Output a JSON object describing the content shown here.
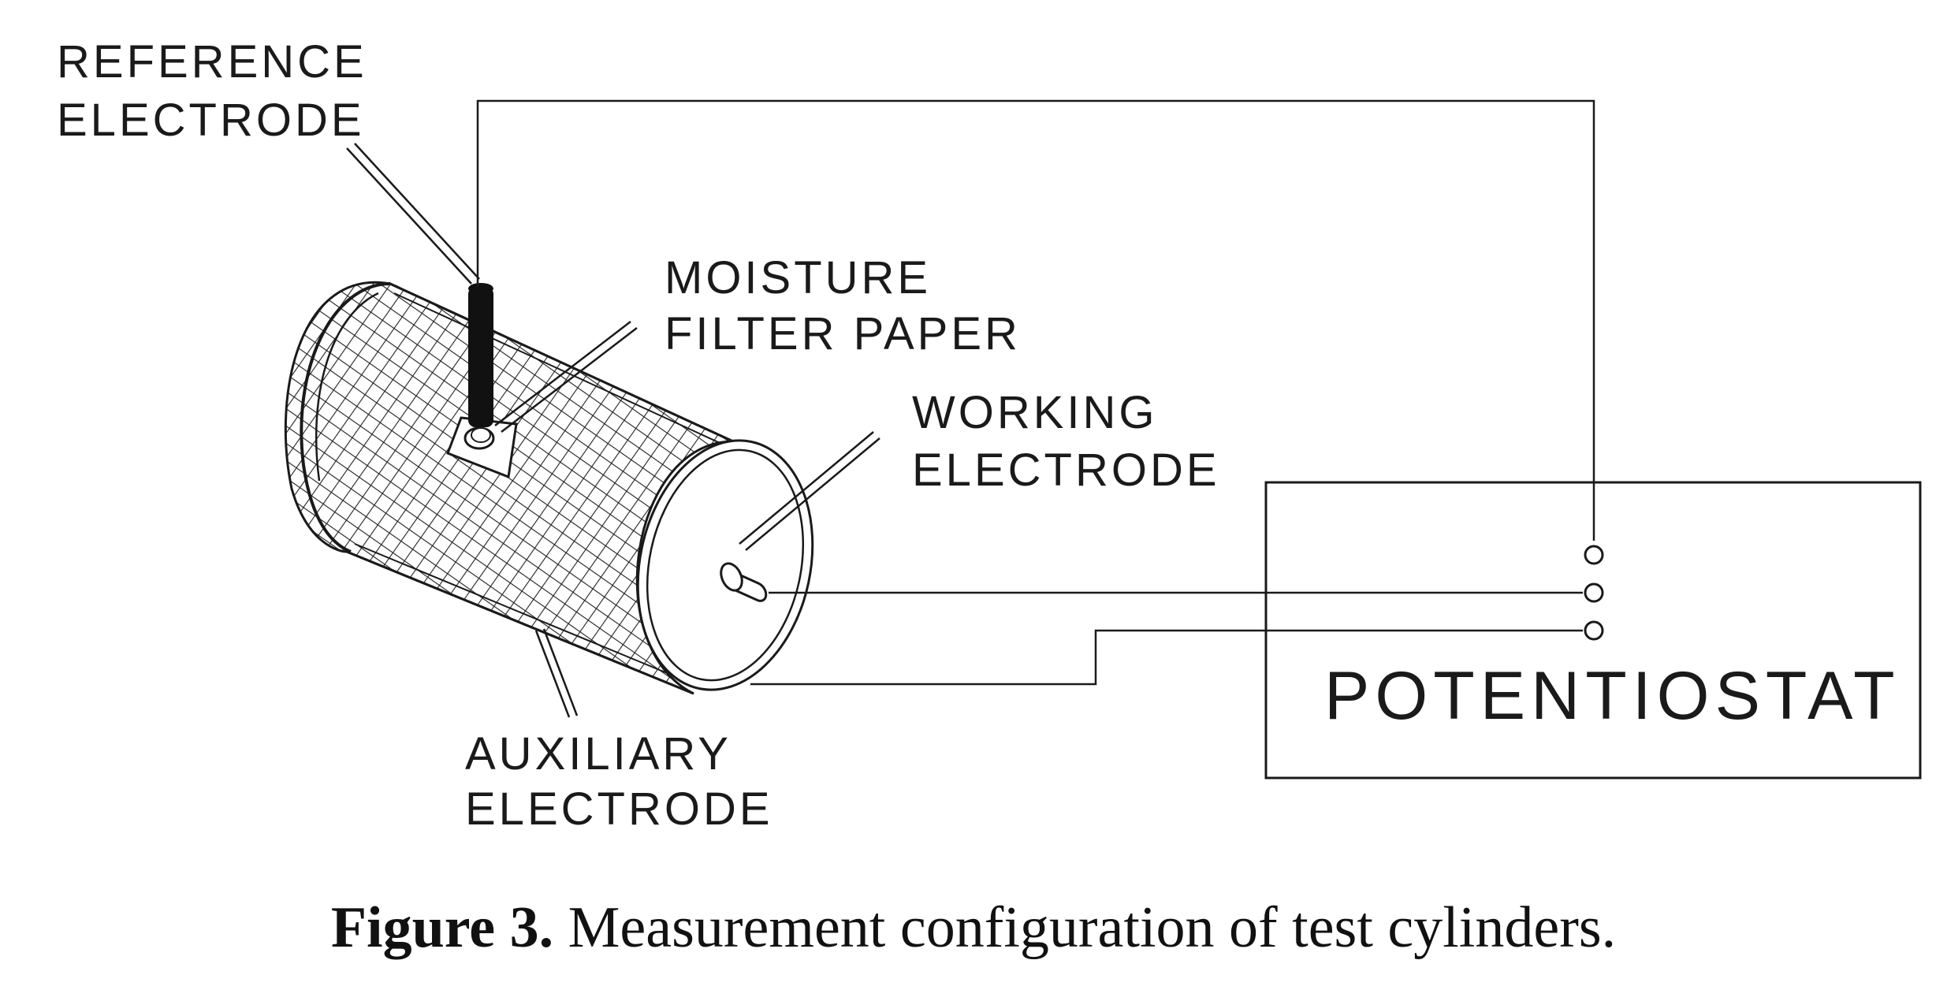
{
  "labels": {
    "reference_electrode": [
      "REFERENCE",
      "ELECTRODE"
    ],
    "moisture_filter_paper": [
      "MOISTURE",
      "FILTER PAPER"
    ],
    "working_electrode": [
      "WORKING",
      "ELECTRODE"
    ],
    "auxiliary_electrode": [
      "AUXILIARY",
      "ELECTRODE"
    ],
    "potentiostat": "POTENTIOSTAT"
  },
  "caption": {
    "figure_number": "Figure 3.",
    "text": "Measurement configuration of test cylinders."
  },
  "colors": {
    "line": "#1a1a1a",
    "background": "#ffffff",
    "reference_probe": "#111111"
  }
}
